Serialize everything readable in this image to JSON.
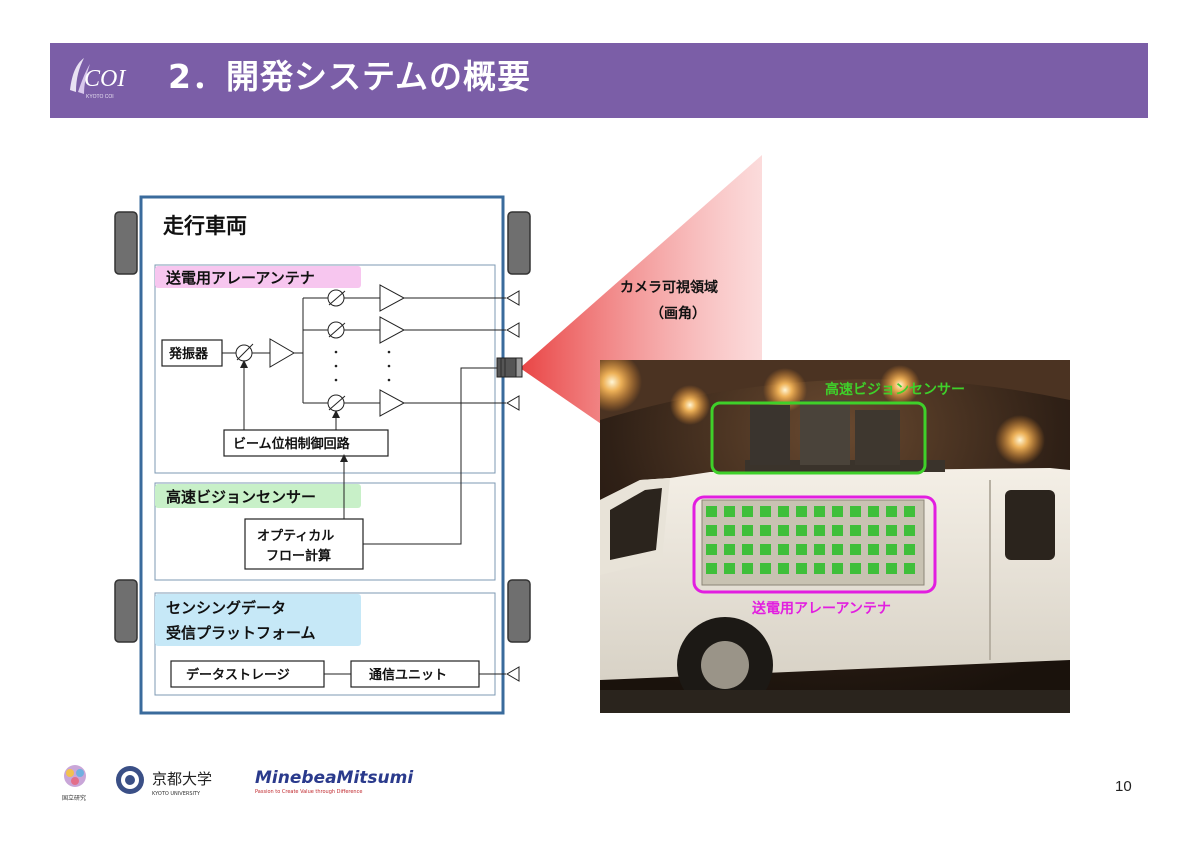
{
  "header": {
    "logo": "COI",
    "logo_sub": "KYOTO COI",
    "title": "2．開発システムの概要",
    "color": "#7b5ea7"
  },
  "vehicle": {
    "title": "走行車両",
    "sections": {
      "antenna_label": "送電用アレーアンテナ",
      "oscillator": "発振器",
      "beam_control": "ビーム位相制御回路",
      "vision_label": "高速ビジョンセンサー",
      "optical_flow_1": "オプティカル",
      "optical_flow_2": "フロー計算",
      "platform_label_1": "センシングデータ",
      "platform_label_2": "受信プラットフォーム",
      "data_storage": "データストレージ",
      "comm_unit": "通信ユニット"
    },
    "dots": "・"
  },
  "camera": {
    "label_1": "カメラ可視領域",
    "label_2": "（画角）"
  },
  "photo": {
    "vision_label": "高速ビジョンセンサー",
    "antenna_label": "送電用アレーアンテナ"
  },
  "colors": {
    "vehicle_border": "#3a6b9c",
    "antenna_highlight": "#f7c6ef",
    "vision_highlight": "#c8f0c8",
    "platform_highlight": "#c6e8f7",
    "photo_vision_box": "#3fd02a",
    "photo_antenna_box": "#e21ee0",
    "cone": "#f06c6c"
  },
  "footer": {
    "logo_1": "京都大学",
    "logo_1_sub": "KYOTO UNIVERSITY",
    "logo_2": "MinebeaMitsumi",
    "logo_2_sub": "Passion to Create Value through Difference",
    "logo_0_sub": "国立研究"
  },
  "page_number": "10"
}
